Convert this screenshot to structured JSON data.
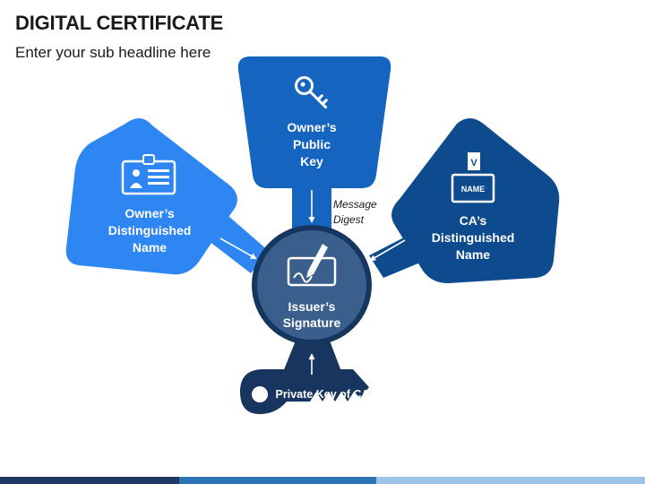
{
  "header": {
    "title": "DIGITAL CERTIFICATE",
    "subtitle": "Enter your sub headline here"
  },
  "diagram": {
    "center": {
      "label_line1": "Issuer’s",
      "label_line2": "Signature",
      "icon": "signature-tablet-icon"
    },
    "top": {
      "label_line1": "Owner’s",
      "label_line2": "Public",
      "label_line3": "Key",
      "icon": "key-icon"
    },
    "left": {
      "label_line1": "Owner’s",
      "label_line2": "Distinguished",
      "label_line3": "Name",
      "icon": "id-card-icon"
    },
    "right": {
      "label_line1": "CA’s",
      "label_line2": "Distinguished",
      "label_line3": "Name",
      "icon": "name-badge-icon",
      "badge_text": "NAME",
      "badge_letter": "V"
    },
    "arrow_label_line1": "Message",
    "arrow_label_line2": "Digest",
    "key_label": "Private Key of CA"
  },
  "colors": {
    "center_fill": "#3B5F8C",
    "center_ring": "#16365F",
    "top_fill": "#1565C0",
    "left_fill": "#2E86F2",
    "right_fill": "#0D4A8E",
    "key_fill": "#17355E",
    "bar_dark": "#1F3864",
    "bar_mid": "#2E75B6",
    "bar_light": "#9DC3E6"
  }
}
